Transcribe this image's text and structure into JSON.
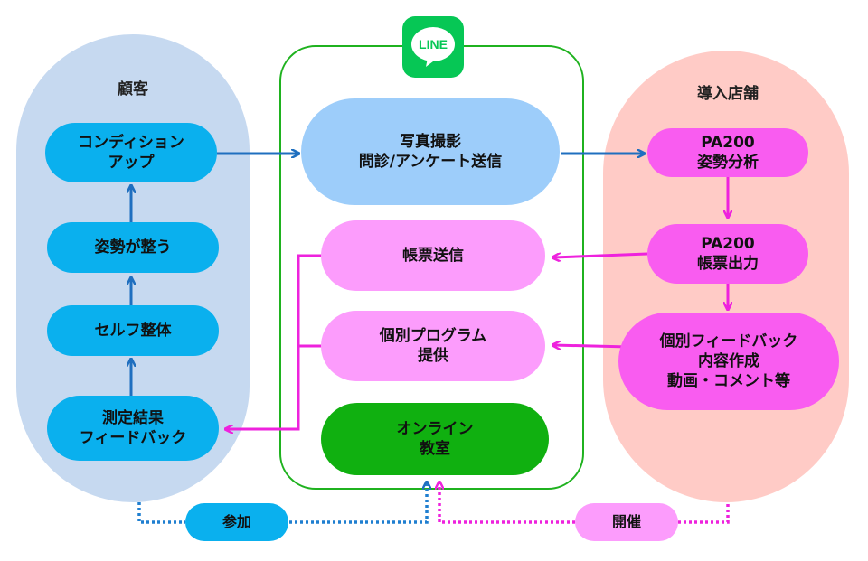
{
  "customer": {
    "title": "顧客",
    "condition_up": "コンディション\nアップ",
    "posture": "姿勢が整う",
    "self_care": "セルフ整体",
    "feedback": "測定結果\nフィードバック"
  },
  "line": {
    "logo_text": "LINE",
    "photo": "写真撮影\n問診/アンケート送信",
    "report_send": "帳票送信",
    "program": "個別プログラム\n提供",
    "online": "オンライン\n教室"
  },
  "store": {
    "title": "導入店舗",
    "analysis": "PA200\n姿勢分析",
    "report_output": "PA200\n帳票出力",
    "feedback_make": "個別フィードバック\n内容作成\n動画・コメント等"
  },
  "bottom": {
    "join": "参加",
    "host": "開催"
  },
  "colors": {
    "blue_arrow": "#1f6fbf",
    "magenta_arrow": "#ee22dd",
    "green_border": "#1fb21f"
  }
}
